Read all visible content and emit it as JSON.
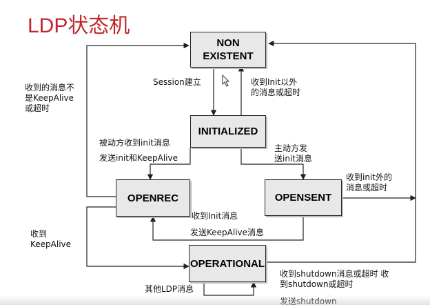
{
  "title": "LDP状态机",
  "states": {
    "non_existent": [
      "NON",
      "EXISTENT"
    ],
    "initialized": "INITIALIZED",
    "openrec": "OPENREC",
    "opensent": "OPENSENT",
    "operational": "OPERATIONAL"
  },
  "labels": {
    "session_setup": "Session建立",
    "recv_non_init": [
      "收到Init以外",
      "的消息或超时"
    ],
    "recv_non_keepalive": [
      "收到的消息不",
      "是KeepAlive",
      "或超时"
    ],
    "passive_recv_init": "被动方收到init消息",
    "send_init_keepalive": "发送init和KeepAlive",
    "active_send": [
      "主动方发",
      "送init消息"
    ],
    "recv_non_init_2": [
      "收到init外的",
      "消息或超时"
    ],
    "recv_init": "收到Init消息",
    "send_keepalive": "发送KeepAlive消息",
    "recv_keepalive": [
      "收到",
      "KeepAlive"
    ],
    "shutdown_1": [
      "收到shutdown消息或超时 收",
      "到shutdown或超时"
    ],
    "other_ldp": "其他LDP消息",
    "send_shutdown": "发送shutdown"
  },
  "colors": {
    "title": "#c0272d",
    "state_fill": "#e8e8e8",
    "line": "#222222"
  },
  "icons": {
    "cursor": "mouse-pointer-icon"
  }
}
